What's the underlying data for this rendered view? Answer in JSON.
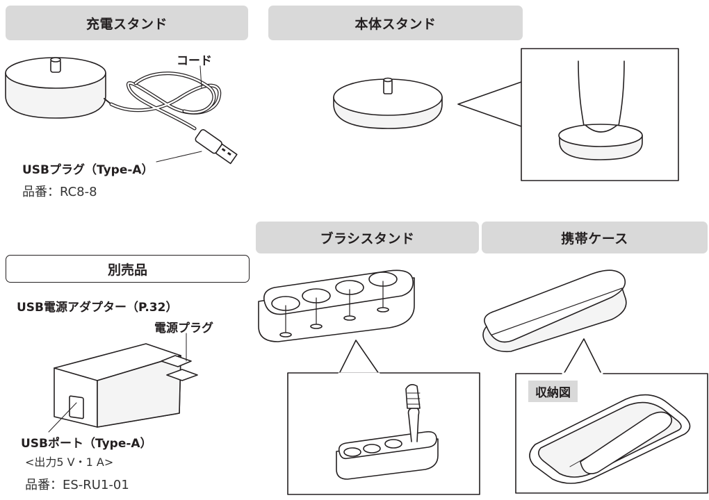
{
  "sections": {
    "charging_stand": "充電スタンド",
    "body_stand": "本体スタンド",
    "brush_stand": "ブラシスタンド",
    "travel_case": "携帯ケース",
    "sold_separately": "別売品"
  },
  "charging": {
    "cord_label": "コード",
    "usb_plug_label": "USBプラグ（Type-A）",
    "part_number": "品番：RC8-8"
  },
  "adapter": {
    "title": "USB電源アダプター（P.32）",
    "power_plug_label": "電源プラグ",
    "usb_port_label": "USBポート（Type-A）",
    "output": "<出力5 V・1 A>",
    "part_number": "品番：ES-RU1-01"
  },
  "storage_label": "収納図"
}
